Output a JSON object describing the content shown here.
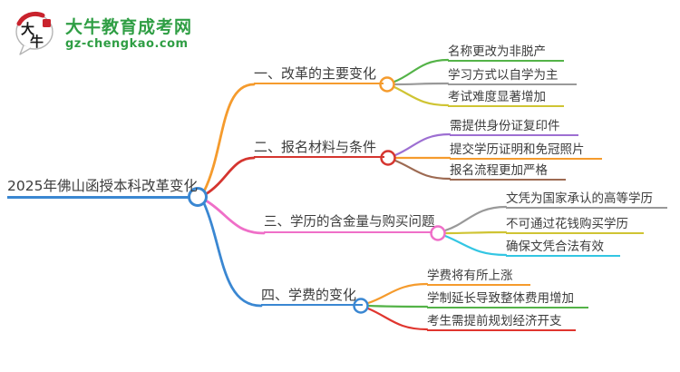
{
  "logo": {
    "icon_char1": "大",
    "icon_char2": "牛",
    "title": "大牛教育成考网",
    "domain": "gz-chengkao.com",
    "brand_green": "#2f9e44",
    "accent_red": "#c9232d"
  },
  "central": {
    "label": "2025年佛山函授本科改革变化",
    "color": "#3a87d2"
  },
  "branches": [
    {
      "label": "一、改革的主要变化",
      "color": "#f59b2d",
      "children": [
        {
          "label": "名称更改为非脱产",
          "color": "#54b348"
        },
        {
          "label": "学习方式以自学为主",
          "color": "#999999"
        },
        {
          "label": "考试难度显著增加",
          "color": "#cfc433"
        }
      ]
    },
    {
      "label": "二、报名材料与条件",
      "color": "#d5352f",
      "children": [
        {
          "label": "需提供身份证复印件",
          "color": "#9d6fd2"
        },
        {
          "label": "提交学历证明和免冠照片",
          "color": "#f59b2d"
        },
        {
          "label": "报名流程更加严格",
          "color": "#9d6a52"
        }
      ]
    },
    {
      "label": "三、学历的含金量与购买问题",
      "color": "#ef6fc8",
      "children": [
        {
          "label": "文凭为国家承认的高等学历",
          "color": "#999999"
        },
        {
          "label": "不可通过花钱购买学历",
          "color": "#cfc433"
        },
        {
          "label": "确保文凭合法有效",
          "color": "#33c6e3"
        }
      ]
    },
    {
      "label": "四、学费的变化",
      "color": "#3a87d2",
      "children": [
        {
          "label": "学费将有所上涨",
          "color": "#f59b2d"
        },
        {
          "label": "学制延长导致整体费用增加",
          "color": "#54b348"
        },
        {
          "label": "考生需提前规划经济开支",
          "color": "#e0362f"
        }
      ]
    }
  ]
}
